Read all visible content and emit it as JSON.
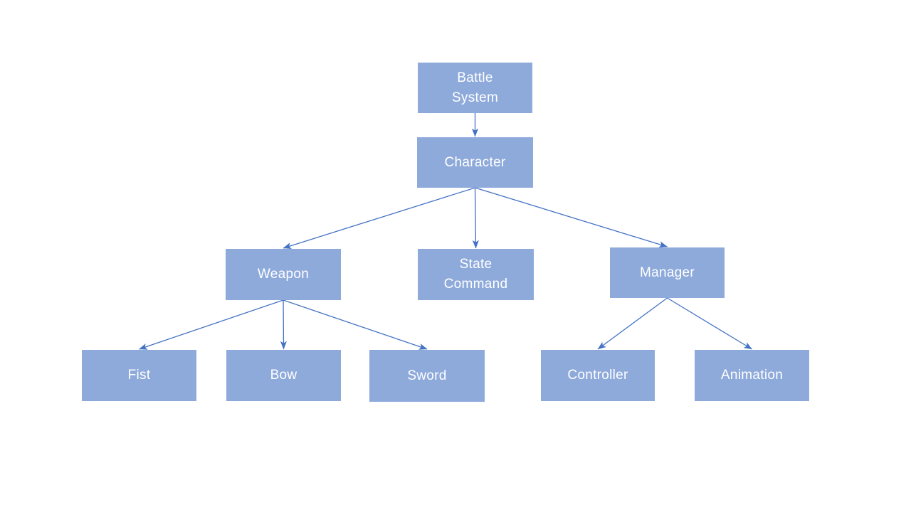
{
  "diagram": {
    "kind": "hierarchy-tree",
    "background": "#ffffff"
  },
  "colors": {
    "node_fill": "#8EAADB",
    "node_text": "#FFFFFF",
    "arrow": "#4472C4"
  },
  "nodes": [
    {
      "id": "battle-system",
      "label": "Battle\nSystem"
    },
    {
      "id": "character",
      "label": "Character"
    },
    {
      "id": "weapon",
      "label": "Weapon"
    },
    {
      "id": "state-command",
      "label": "State\nCommand"
    },
    {
      "id": "manager",
      "label": "Manager"
    },
    {
      "id": "fist",
      "label": "Fist"
    },
    {
      "id": "bow",
      "label": "Bow"
    },
    {
      "id": "sword",
      "label": "Sword"
    },
    {
      "id": "controller",
      "label": "Controller"
    },
    {
      "id": "animation",
      "label": "Animation"
    }
  ],
  "edges": [
    {
      "from": "battle-system",
      "to": "character"
    },
    {
      "from": "character",
      "to": "weapon"
    },
    {
      "from": "character",
      "to": "state-command"
    },
    {
      "from": "character",
      "to": "manager"
    },
    {
      "from": "weapon",
      "to": "fist"
    },
    {
      "from": "weapon",
      "to": "bow"
    },
    {
      "from": "weapon",
      "to": "sword"
    },
    {
      "from": "manager",
      "to": "controller"
    },
    {
      "from": "manager",
      "to": "animation"
    }
  ]
}
